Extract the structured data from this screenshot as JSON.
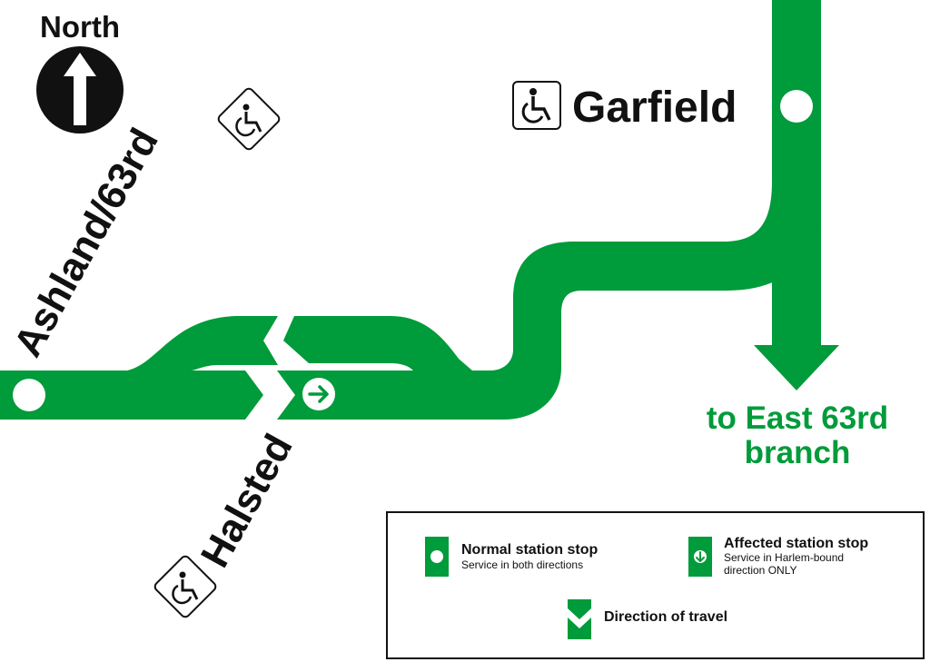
{
  "compass": {
    "label": "North"
  },
  "stations": {
    "garfield": {
      "name": "Garfield",
      "accessible": true
    },
    "ashland": {
      "name": "Ashland/63rd",
      "accessible": true
    },
    "halsted": {
      "name": "Halsted",
      "accessible": true
    }
  },
  "branch_label": {
    "line1": "to East 63rd",
    "line2": "branch"
  },
  "legend": {
    "normal": {
      "title": "Normal station stop",
      "subtitle": "Service in both directions"
    },
    "affected": {
      "title": "Affected station stop",
      "subtitle_line1": "Service in Harlem-bound",
      "subtitle_line2": "direction ONLY"
    },
    "direction": {
      "title": "Direction of travel"
    }
  },
  "colors": {
    "line_green": "#009b3a",
    "ink": "#111111",
    "background": "#ffffff"
  },
  "icons": [
    "north-arrow-icon",
    "wheelchair-icon",
    "station-dot-icon",
    "direction-arrow-icon",
    "chevron-icon"
  ]
}
